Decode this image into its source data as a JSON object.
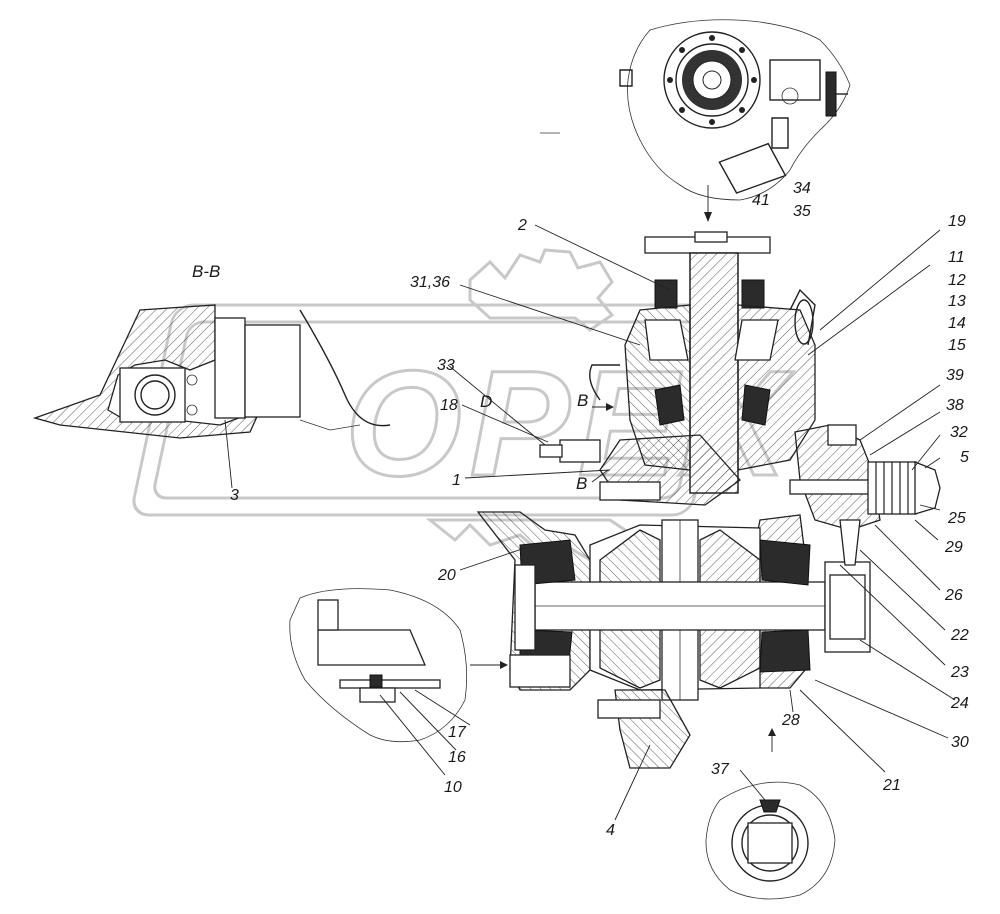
{
  "section": {
    "label": "B-B",
    "view_marks": [
      "D",
      "B",
      "B"
    ]
  },
  "watermark": {
    "text": "OPEX"
  },
  "callouts": {
    "c1": "1",
    "c2": "2",
    "c3": "3",
    "c4": "4",
    "c5": "5",
    "c10": "10",
    "c16": "16",
    "c17": "17",
    "c18": "18",
    "c19": "19",
    "c11": "11",
    "c12": "12",
    "c13": "13",
    "c14": "14",
    "c15": "15",
    "c20": "20",
    "c21": "21",
    "c22": "22",
    "c23": "23",
    "c24": "24",
    "c25": "25",
    "c26": "26",
    "c28": "28",
    "c29": "29",
    "c30": "30",
    "c31_36": "31,36",
    "c32": "32",
    "c33": "33",
    "c34": "34",
    "c35": "35",
    "c37": "37",
    "c38": "38",
    "c39": "39",
    "c41": "41"
  }
}
